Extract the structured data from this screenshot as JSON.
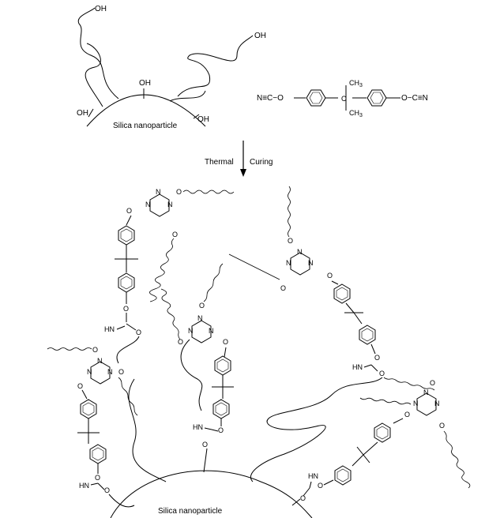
{
  "top": {
    "nanoparticle_label": "Silica nanoparticle",
    "hydroxyl": "OH",
    "monomer": {
      "left_group": "N≡C−O",
      "right_group": "O−C≡N",
      "methyl_top": "CH",
      "methyl_top_sub": "3",
      "methyl_bottom": "CH",
      "methyl_bottom_sub": "3"
    }
  },
  "arrow": {
    "left_label": "Thermal",
    "right_label": "Curing"
  },
  "bottom": {
    "nanoparticle_label": "Silica nanoparticle",
    "atoms": {
      "oxygen": "O",
      "nitrogen": "N",
      "imine": "HN"
    }
  }
}
